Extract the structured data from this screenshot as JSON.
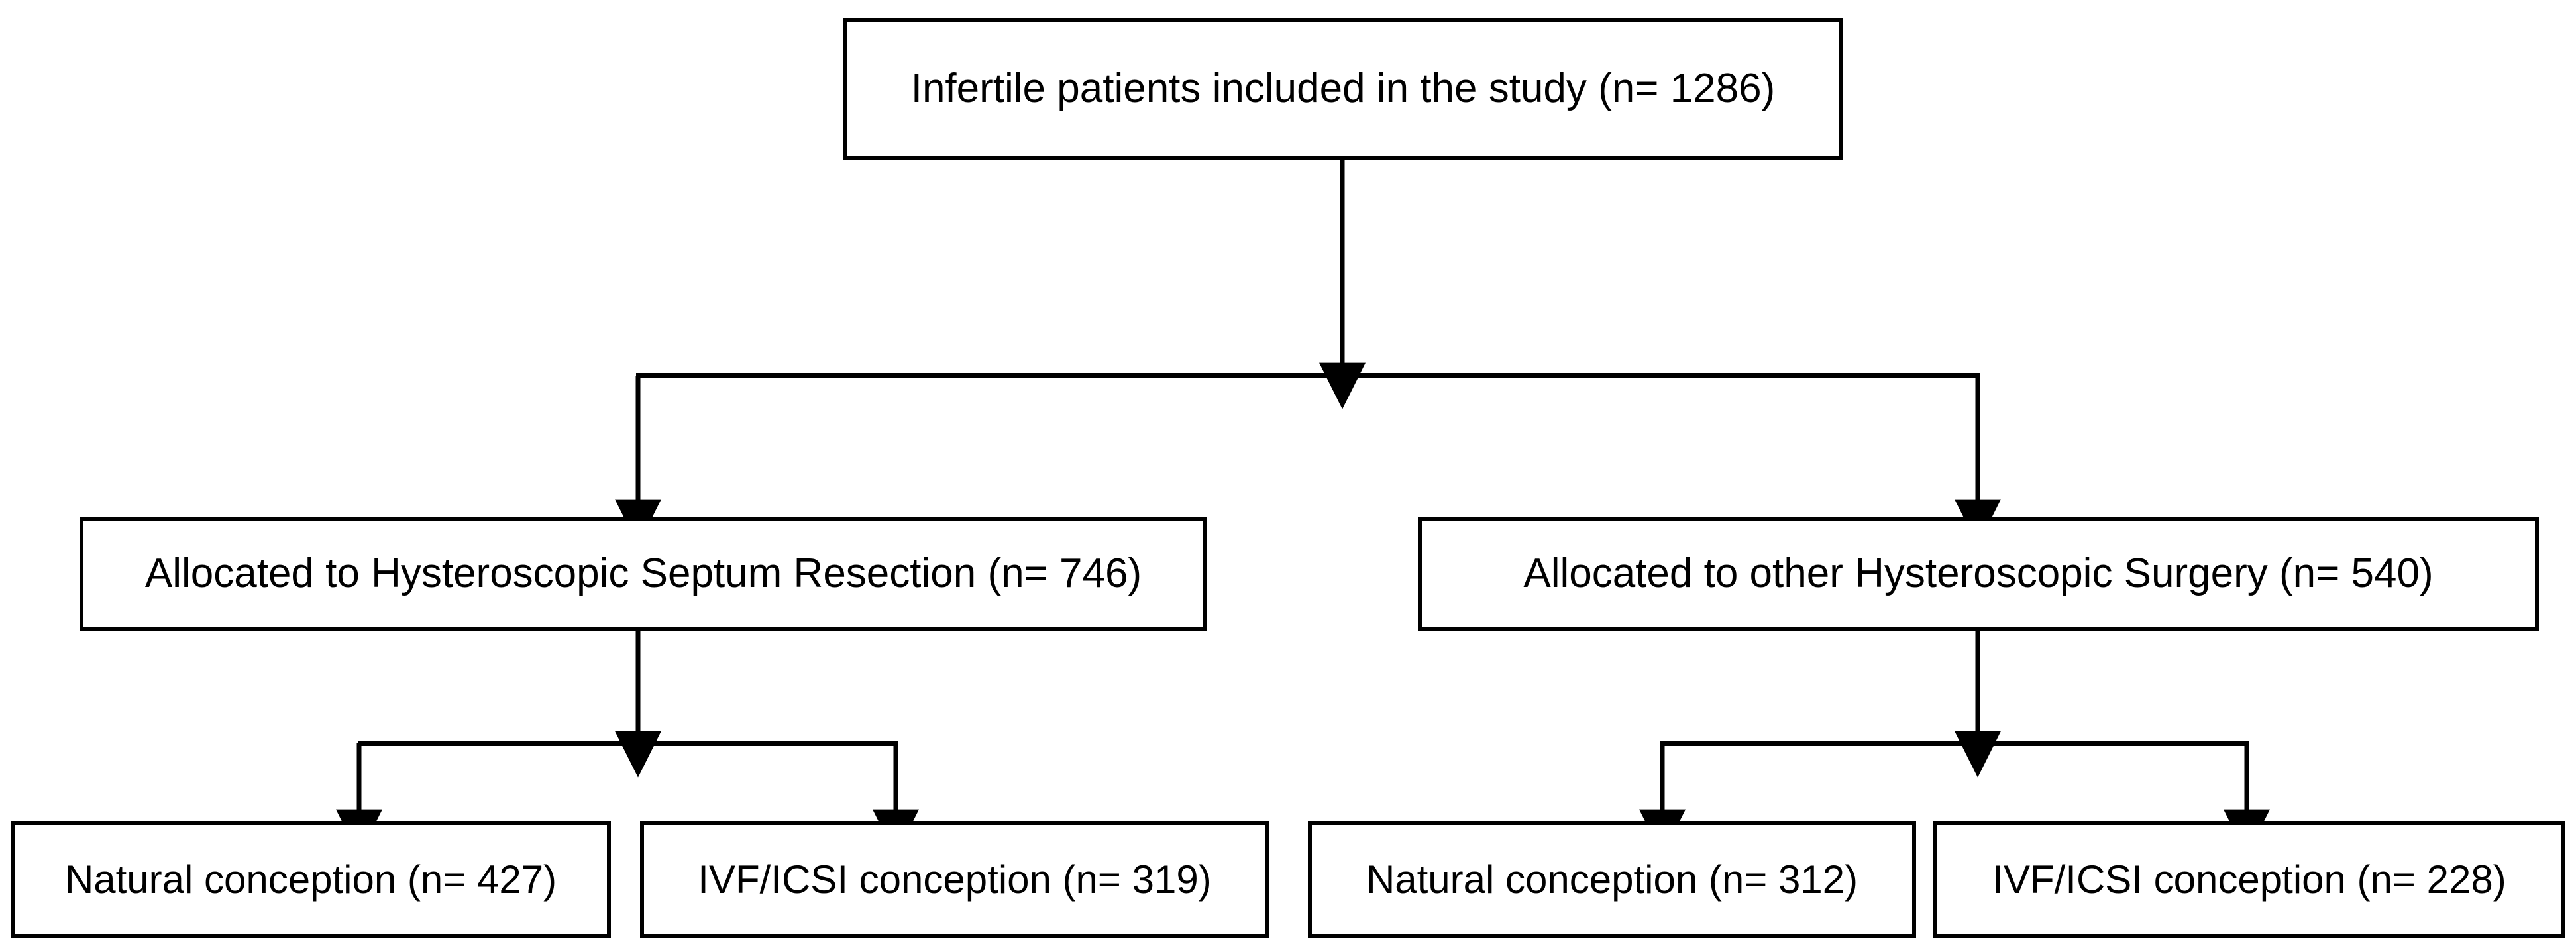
{
  "diagram": {
    "type": "study-flow-diagram",
    "title_text": "Infertile patients included in the study (n= 1286)",
    "colors": {
      "background": "#ffffff",
      "box_border": "#000000",
      "box_fill": "#ffffff",
      "connector": "#000000",
      "text": "#000000"
    },
    "levels": [
      {
        "level": 1,
        "nodes": [
          {
            "id": "root",
            "label": "Infertile patients included in the study (n= 1286)",
            "n": 1286
          }
        ]
      },
      {
        "level": 2,
        "nodes": [
          {
            "id": "arm-septum",
            "label": "Allocated to Hysteroscopic Septum Resection (n= 746)",
            "n": 746
          },
          {
            "id": "arm-other",
            "label": "Allocated to other Hysteroscopic Surgery (n= 540)",
            "n": 540
          }
        ]
      },
      {
        "level": 3,
        "nodes": [
          {
            "id": "leaf-1",
            "label": "Natural conception (n= 427)",
            "n": 427,
            "parent": "arm-septum"
          },
          {
            "id": "leaf-2",
            "label": "IVF/ICSI conception (n= 319)",
            "n": 319,
            "parent": "arm-septum"
          },
          {
            "id": "leaf-3",
            "label": "Natural conception (n= 312)",
            "n": 312,
            "parent": "arm-other"
          },
          {
            "id": "leaf-4",
            "label": "IVF/ICSI conception (n= 228)",
            "n": 228,
            "parent": "arm-other"
          }
        ]
      }
    ],
    "connectors": [
      {
        "id": "root-to-split",
        "from": "root",
        "to": "split-bar-top",
        "arrowhead": true
      },
      {
        "id": "split-to-arm-septum",
        "from": "split-bar-top",
        "to": "arm-septum",
        "arrowhead": true
      },
      {
        "id": "split-to-arm-other",
        "from": "split-bar-top",
        "to": "arm-other",
        "arrowhead": true
      },
      {
        "id": "arm-septum-to-split",
        "from": "arm-septum",
        "to": "split-bar-left",
        "arrowhead": true
      },
      {
        "id": "split-left-to-leaf-1",
        "from": "split-bar-left",
        "to": "leaf-1",
        "arrowhead": true
      },
      {
        "id": "split-left-to-leaf-2",
        "from": "split-bar-left",
        "to": "leaf-2",
        "arrowhead": true
      },
      {
        "id": "arm-other-to-split",
        "from": "arm-other",
        "to": "split-bar-right",
        "arrowhead": true
      },
      {
        "id": "split-right-to-leaf-3",
        "from": "split-bar-right",
        "to": "leaf-3",
        "arrowhead": true
      },
      {
        "id": "split-right-to-leaf-4",
        "from": "split-bar-right",
        "to": "leaf-4",
        "arrowhead": true
      }
    ]
  }
}
